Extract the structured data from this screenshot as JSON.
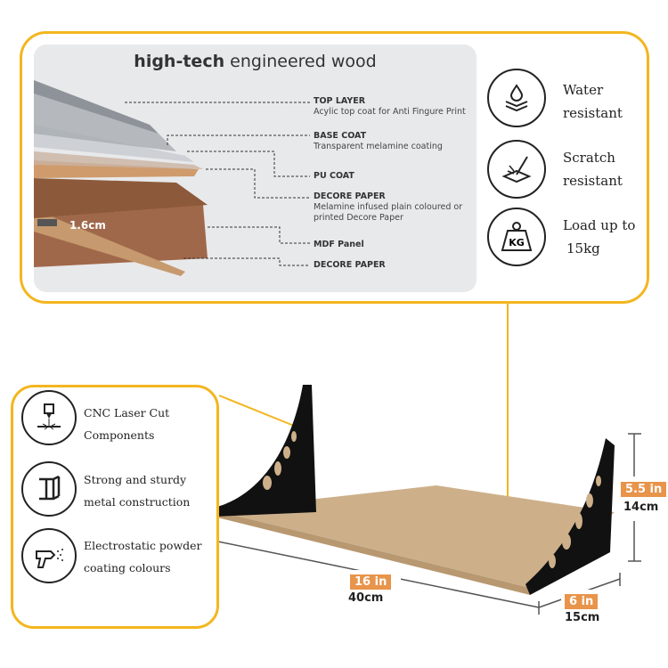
{
  "layers": {
    "title_bold": "high-tech",
    "title_rest": " engineered wood",
    "thickness": "1.6cm",
    "items": [
      {
        "name": "TOP LAYER",
        "desc": "Acylic top coat for Anti Fingure Print"
      },
      {
        "name": "BASE COAT",
        "desc": "Transparent melamine coating"
      },
      {
        "name": "PU COAT",
        "desc": ""
      },
      {
        "name": "DECORE PAPER",
        "desc": "Melamine infused plain coloured or printed Decore Paper"
      },
      {
        "name": "MDF Panel",
        "desc": ""
      },
      {
        "name": "DECORE PAPER",
        "desc": ""
      }
    ]
  },
  "features": [
    {
      "l1": "Water",
      "l2": "resistant",
      "icon": "water-drop-layers-icon"
    },
    {
      "l1": "Scratch",
      "l2": "resistant",
      "icon": "scratch-icon"
    },
    {
      "l1": "Load up to",
      "l2": "15kg",
      "icon": "kg-weight-icon",
      "kg": "KG"
    }
  ],
  "metal": [
    {
      "l1": "CNC Laser Cut",
      "l2": "Components",
      "icon": "laser-cut-icon"
    },
    {
      "l1": "Strong and sturdy",
      "l2": "metal construction",
      "icon": "steel-beam-icon"
    },
    {
      "l1": "Electrostatic powder",
      "l2": "coating colours",
      "icon": "spray-gun-icon"
    }
  ],
  "dimensions": {
    "length_in": "16 in",
    "length_cm": "40cm",
    "depth_in": "6 in",
    "depth_cm": "15cm",
    "height_in": "5.5 in",
    "height_cm": "14cm"
  },
  "colors": {
    "accent": "#f3b61f",
    "badge": "#e8944a"
  }
}
